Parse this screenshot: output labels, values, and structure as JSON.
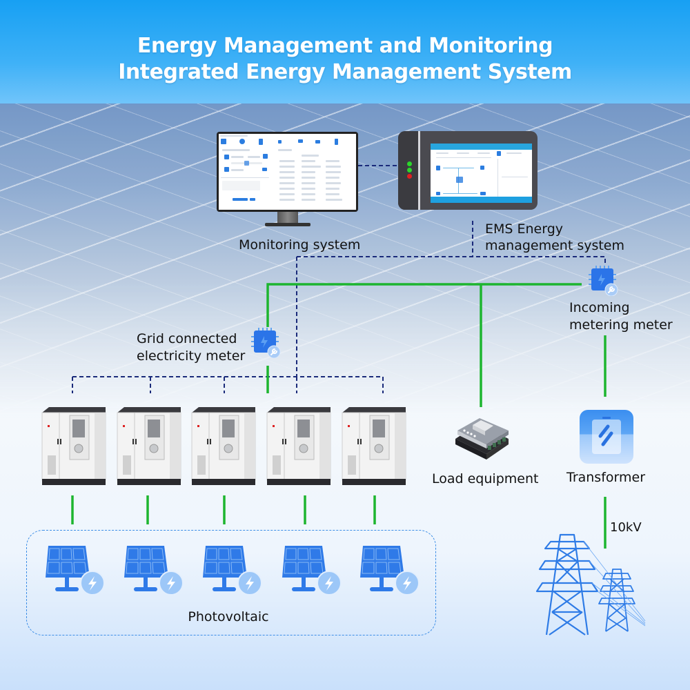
{
  "header": {
    "title_line1": "Energy Management and Monitoring",
    "title_line2": "Integrated Energy Management System"
  },
  "nodes": {
    "monitoring_system": {
      "label": "Monitoring system",
      "icon": "desktop-monitor-icon"
    },
    "ems": {
      "label_line1": "EMS Energy",
      "label_line2": "management system",
      "icon": "touch-panel-controller-icon",
      "indicator_leds": [
        "green",
        "green",
        "red"
      ]
    },
    "incoming_meter": {
      "label_line1": "Incoming",
      "label_line2": "metering meter",
      "icon": "electric-meter-chip-icon"
    },
    "grid_meter": {
      "label_line1": "Grid connected",
      "label_line2": "electricity meter",
      "icon": "electric-meter-chip-icon"
    },
    "load_equipment": {
      "label": "Load equipment",
      "icon": "load-device-icon"
    },
    "transformer": {
      "label": "Transformer",
      "icon": "transformer-icon"
    },
    "grid": {
      "voltage_label": "10kV",
      "icon": "transmission-tower-icon"
    },
    "storage_cabinets": {
      "count": 5,
      "icon": "energy-storage-cabinet-icon"
    },
    "photovoltaic": {
      "label": "Photovoltaic",
      "count": 5,
      "icon": "solar-panel-icon"
    }
  },
  "legend_colors": {
    "power_line": "#1db52f",
    "communication_line": "#1a2a7a",
    "group_border": "#3b8de6",
    "accent_blue": "#2a7ae8",
    "title_text": "#ffffff"
  }
}
